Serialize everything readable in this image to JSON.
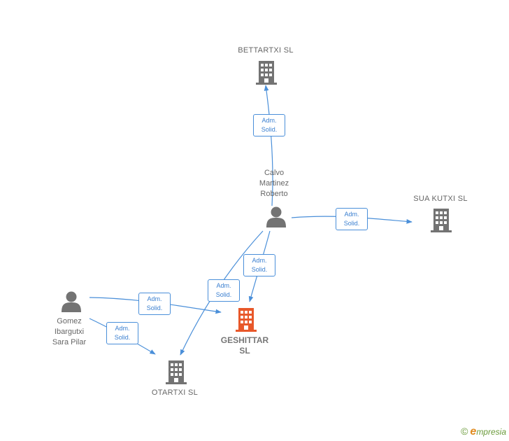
{
  "colors": {
    "edge": "#4a8fd9",
    "company": "#737373",
    "focus": "#e8582a",
    "person": "#737373",
    "label": "#666666"
  },
  "nodes": {
    "bettartxi": {
      "name": "BETTARTXI  SL",
      "icon": "building-icon"
    },
    "sua_kutxi": {
      "name": "SUA KUTXI  SL",
      "icon": "building-icon"
    },
    "calvo": {
      "line1": "Calvo",
      "line2": "Martinez",
      "line3": "Roberto",
      "icon": "person-icon"
    },
    "geshittar": {
      "line1": "GESHITTAR",
      "line2": "SL",
      "icon": "building-icon"
    },
    "gomez": {
      "line1": "Gomez",
      "line2": "Ibargutxi",
      "line3": "Sara Pilar",
      "icon": "person-icon"
    },
    "otartxi": {
      "name": "OTARTXI SL",
      "icon": "building-icon"
    }
  },
  "edges": [
    {
      "from": "calvo",
      "to": "bettartxi",
      "l1": "Adm.",
      "l2": "Solid."
    },
    {
      "from": "calvo",
      "to": "sua_kutxi",
      "l1": "Adm.",
      "l2": "Solid."
    },
    {
      "from": "calvo",
      "to": "geshittar",
      "l1": "Adm.",
      "l2": "Solid."
    },
    {
      "from": "calvo",
      "to": "otartxi",
      "l1": "Adm.",
      "l2": "Solid."
    },
    {
      "from": "gomez",
      "to": "geshittar",
      "l1": "Adm.",
      "l2": "Solid."
    },
    {
      "from": "gomez",
      "to": "otartxi",
      "l1": "Adm.",
      "l2": "Solid."
    }
  ],
  "footer": {
    "copyright": "©",
    "brand_first": "e",
    "brand_rest": "mpresia"
  }
}
